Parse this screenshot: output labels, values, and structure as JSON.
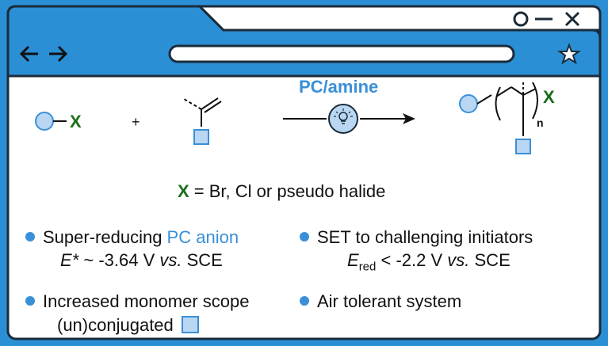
{
  "window": {
    "controls": [
      "circle-icon",
      "minimize-icon",
      "close-icon"
    ],
    "nav": [
      "back-arrow-icon",
      "forward-arrow-icon"
    ],
    "bookmark_icon": "star-icon"
  },
  "reaction": {
    "reagent_x": "X",
    "plus": "+",
    "arrow_label": "PC/amine",
    "product_x": "X",
    "product_n": "n"
  },
  "legend": {
    "x": "X",
    "text": " = Br, Cl or pseudo halide"
  },
  "bullets": {
    "b1_text": "Super-reducing ",
    "b1_accent": "PC anion",
    "b1_sub_e": "E*",
    "b1_sub_rest": " ~ -3.64 V ",
    "b1_sub_vs": "vs.",
    "b1_sub_sce": " SCE",
    "b2_text": "SET to challenging initiators",
    "b2_sub_e": "E",
    "b2_sub_red": "red",
    "b2_sub_rest": " < -2.2 V ",
    "b2_sub_vs": "vs.",
    "b2_sub_sce": " SCE",
    "b3_text": "Increased monomer scope",
    "b3_sub": "(un)conjugated",
    "b4_text": "Air tolerant system"
  },
  "colors": {
    "frame_blue": "#2b8fd6",
    "accent_blue": "#3a8fd8",
    "shape_fill": "#b9d6f2",
    "x_green": "#1a6e1a",
    "ink": "#111111"
  }
}
